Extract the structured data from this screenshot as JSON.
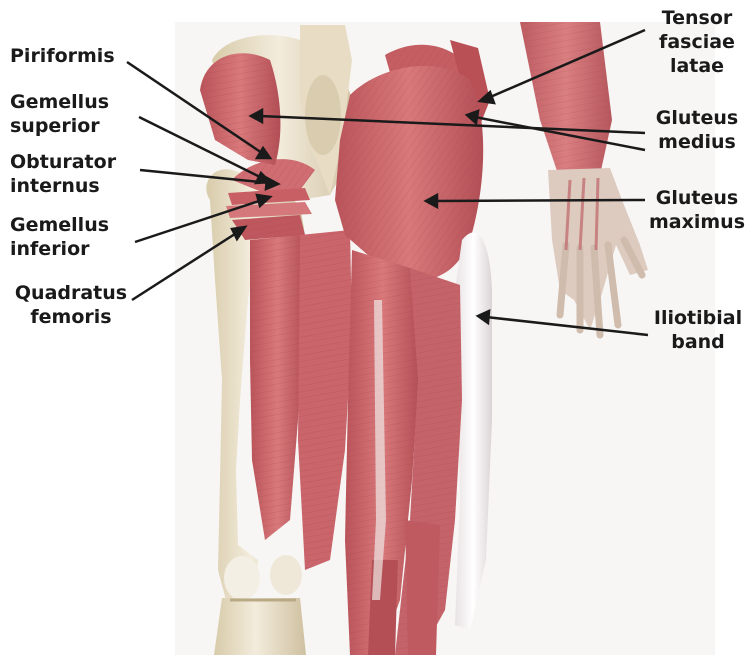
{
  "labels": {
    "piriformis": [
      "Piriformis"
    ],
    "gemellus_superior": [
      "Gemellus",
      "superior"
    ],
    "obturator_internus": [
      "Obturator",
      "internus"
    ],
    "gemellus_inferior": [
      "Gemellus",
      "inferior"
    ],
    "quadratus_femoris": [
      "Quadratus",
      "femoris"
    ],
    "tensor_fasciae_latae": [
      "Tensor",
      "fasciae",
      "latae"
    ],
    "gluteus_medius": [
      "Gluteus",
      "medius"
    ],
    "gluteus_maximus": [
      "Gluteus",
      "maximus"
    ],
    "iliotibial_band": [
      "Iliotibial",
      "band"
    ]
  },
  "colors": {
    "muscle": "#c9676a",
    "muscle_dark": "#a84a4f",
    "muscle_light": "#e39a9a",
    "bone": "#ece3cf",
    "bone_shadow": "#cbbd9d",
    "tendon": "#f1eded",
    "leader_line": "#1a1a1a"
  }
}
